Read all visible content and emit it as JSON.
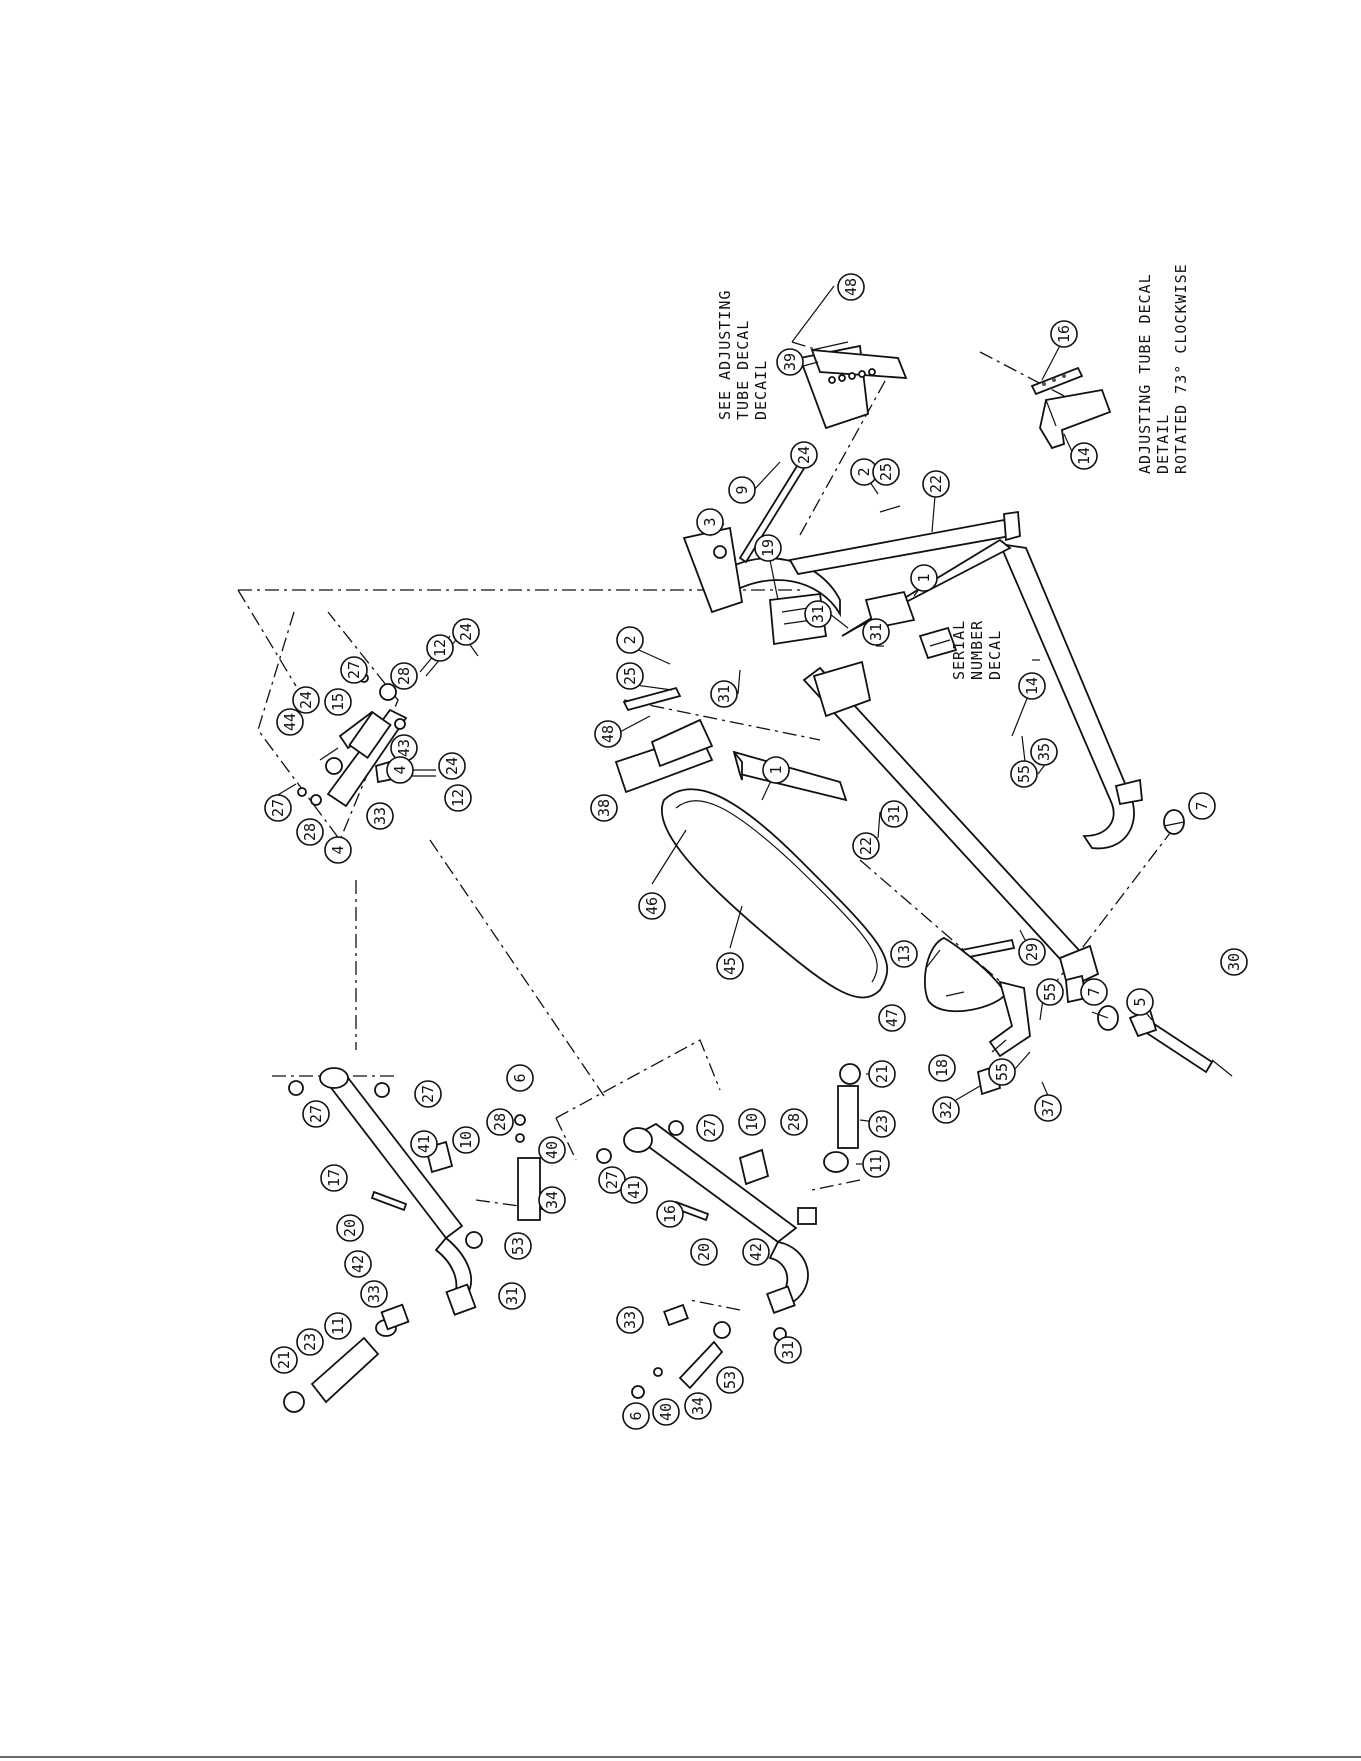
{
  "notes": {
    "see_detail": [
      "SEE ADJUSTING",
      "TUBE DECAL",
      "DECAIL"
    ],
    "serial": [
      "SERIAL",
      "NUMBER",
      "DECAL"
    ],
    "detail_title": [
      "ADJUSTING TUBE DECAL",
      "DETAIL",
      "ROTATED 73° CLOCKWISE"
    ]
  },
  "balloons": [
    "48",
    "39",
    "16",
    "24",
    "9",
    "2",
    "25",
    "22",
    "14",
    "3",
    "19",
    "31",
    "1",
    "31",
    "2",
    "25",
    "31",
    "48",
    "38",
    "1",
    "31",
    "22",
    "55",
    "35",
    "14",
    "46",
    "45",
    "13",
    "29",
    "7",
    "7",
    "5",
    "30",
    "47",
    "55",
    "18",
    "55",
    "37",
    "32",
    "21",
    "23",
    "11",
    "24",
    "15",
    "27",
    "28",
    "12",
    "24",
    "44",
    "43",
    "24",
    "27",
    "28",
    "4",
    "33",
    "12",
    "4",
    "27",
    "27",
    "41",
    "17",
    "10",
    "28",
    "6",
    "40",
    "34",
    "20",
    "42",
    "53",
    "31",
    "33",
    "11",
    "23",
    "21",
    "27",
    "27",
    "41",
    "16",
    "10",
    "28",
    "20",
    "42",
    "33",
    "53",
    "31",
    "6",
    "40",
    "34"
  ]
}
